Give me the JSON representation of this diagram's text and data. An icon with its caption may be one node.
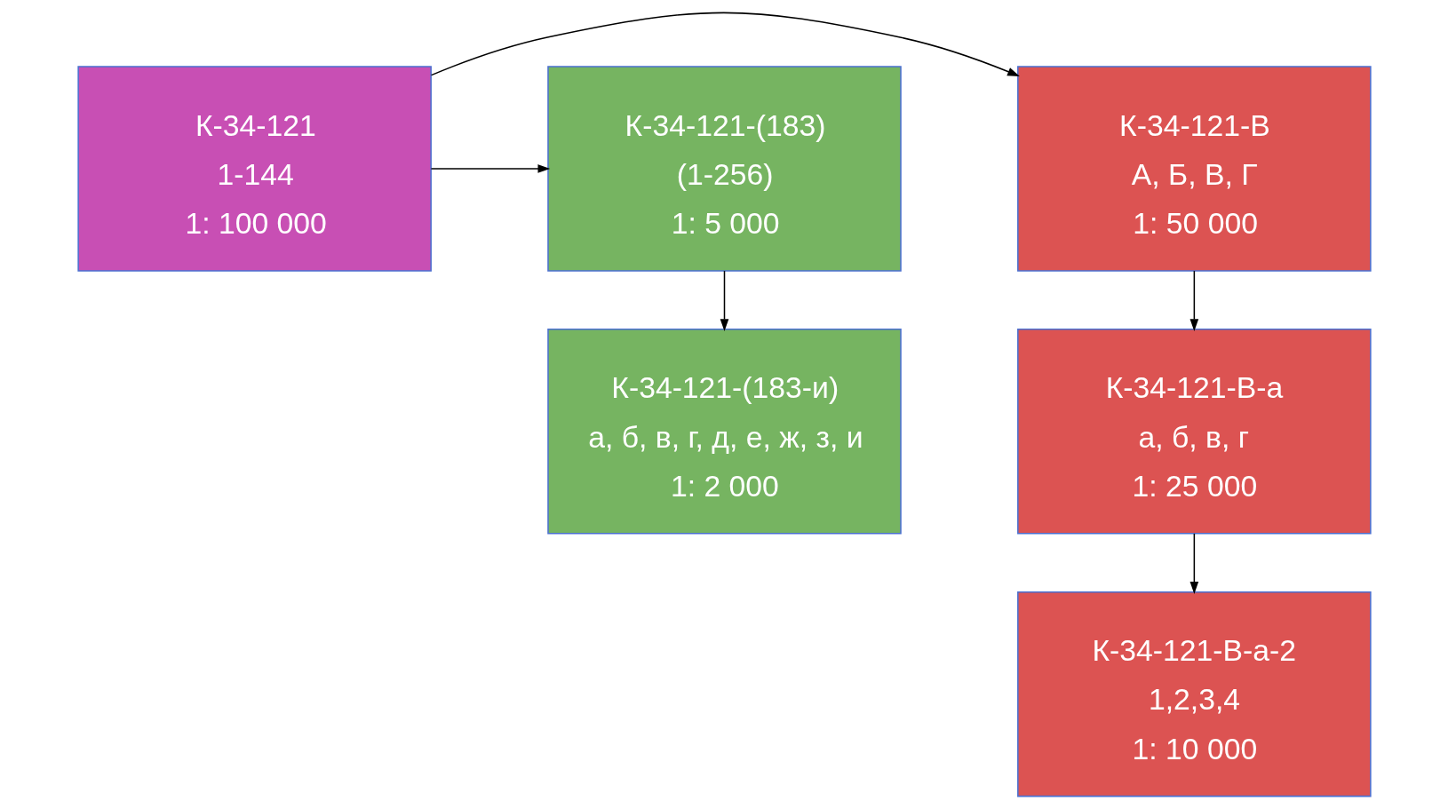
{
  "diagram": {
    "nodes": [
      {
        "text": [
          "К-34-121",
          "1-144",
          "1: 100 000"
        ]
      },
      {
        "text": [
          "К-34-121-В",
          "А, Б, В, Г",
          "1: 50 000"
        ]
      },
      {
        "text": [
          "К-34-121-(183)",
          "(1-256)",
          "1: 5 000"
        ]
      },
      {
        "text": [
          "К-34-121-В-а",
          "а, б, в, г",
          "1: 25 000"
        ]
      },
      {
        "text": [
          "К-34-121-(183-и)",
          "а, б, в, г, д, е, ж, з, и",
          "1: 2 000"
        ]
      },
      {
        "text": [
          "К-34-121-В-а-2",
          "1,2,3,4",
          "1: 10 000"
        ]
      }
    ],
    "edges": [
      {
        "from": 0,
        "to": 1,
        "arrow": "to"
      },
      {
        "from": 0,
        "to": 2,
        "arrow": "to"
      },
      {
        "from": 1,
        "to": 3,
        "arrow": "to"
      },
      {
        "from": 3,
        "to": 5,
        "arrow": "to"
      },
      {
        "from": 2,
        "to": 4,
        "arrow": "to"
      }
    ]
  }
}
